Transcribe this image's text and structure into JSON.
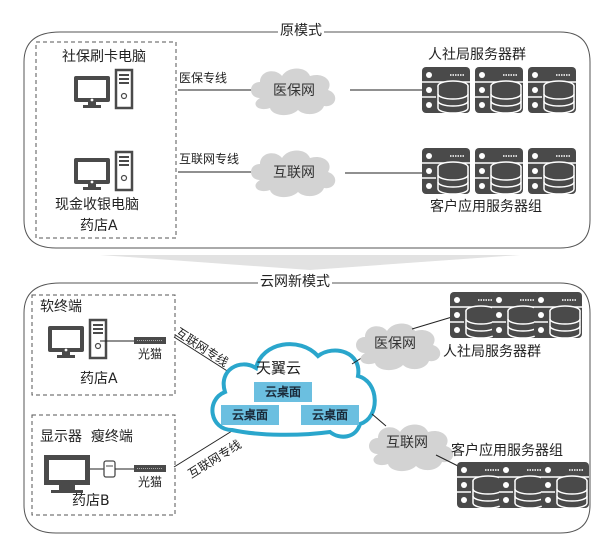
{
  "sections": {
    "old": {
      "title": "原模式",
      "pharmacy": {
        "name": "药店A",
        "devices": [
          {
            "label": "社保刷卡电脑",
            "icon": "desktop-computer-icon"
          },
          {
            "label": "现金收银电脑",
            "icon": "desktop-computer-icon"
          }
        ]
      },
      "links": [
        {
          "line_label": "医保专线",
          "network": "医保网",
          "target": "人社局服务器群"
        },
        {
          "line_label": "互联网专线",
          "network": "互联网",
          "target": "客户应用服务器组"
        }
      ]
    },
    "new": {
      "title": "云网新模式",
      "pharmacies": [
        {
          "type_label": "软终端",
          "name": "药店A",
          "modem_label": "光猫",
          "line_label": "互联网专线"
        },
        {
          "type_label": "显示器  瘦终端",
          "name": "药店B",
          "modem_label": "光猫",
          "line_label": "互联网专线"
        }
      ],
      "cloud": {
        "name": "天翼云",
        "desktops": [
          "云桌面",
          "云桌面",
          "云桌面"
        ]
      },
      "networks": [
        {
          "name": "医保网",
          "target": "人社局服务器群"
        },
        {
          "name": "互联网",
          "target": "客户应用服务器组"
        }
      ]
    }
  },
  "colors": {
    "icon_dark": "#4a4a4a",
    "cloud_gray": "#d3d3d3",
    "cloud_blue_stroke": "#2aa6cc",
    "desktop_fill": "#6bbfe0"
  }
}
